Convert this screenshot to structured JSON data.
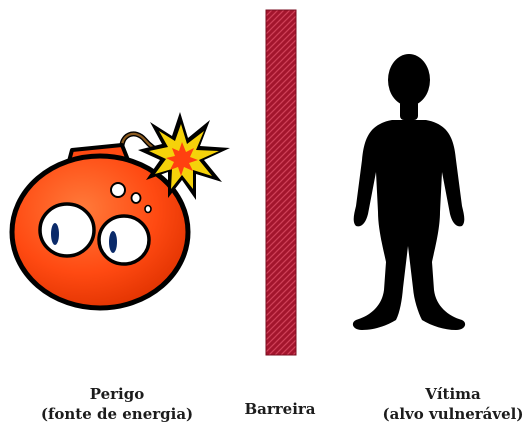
{
  "diagram": {
    "danger": {
      "line1": "Perigo",
      "line2": "(fonte de energia)"
    },
    "barrier": {
      "label": "Barreira"
    },
    "victim": {
      "line1": "Vítima",
      "line2": "(alvo vulnerável)"
    }
  },
  "colors": {
    "bomb_body": "#ff4a12",
    "bomb_highlight": "#ff8a55",
    "bomb_outline": "#000000",
    "spark_outer": "#000000",
    "spark_inner": "#f5d20a",
    "spark_core": "#ff4010",
    "barrier_fill": "#a3152d",
    "barrier_pattern": "#d04058",
    "victim_silhouette": "#000000"
  }
}
